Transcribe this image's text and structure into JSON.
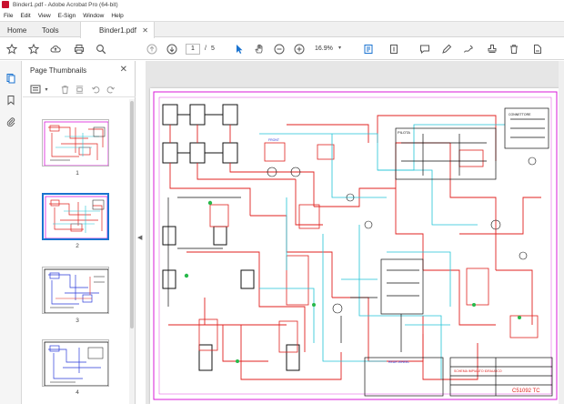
{
  "window": {
    "title": "Binder1.pdf - Adobe Acrobat Pro (64-bit)"
  },
  "menubar": {
    "items": [
      "File",
      "Edit",
      "View",
      "E-Sign",
      "Window",
      "Help"
    ]
  },
  "tabs": {
    "home": "Home",
    "tools": "Tools",
    "document": "Binder1.pdf"
  },
  "toolbar": {
    "current_page": "1",
    "page_separator": "/",
    "page_count": "5",
    "zoom": "16.9%"
  },
  "panel": {
    "title": "Page Thumbnails",
    "thumbnails": [
      {
        "label": "1",
        "selected": false
      },
      {
        "label": "2",
        "selected": true
      },
      {
        "label": "3",
        "selected": false
      },
      {
        "label": "4",
        "selected": false
      }
    ]
  },
  "document": {
    "labels": {
      "pilot_box": "PILOTA",
      "connector": "CONNETTORE",
      "front_label": "FRONT",
      "rear_label": "REAR WHEEL",
      "title_code": "C51092 TC",
      "title_block": "SCHEMA IMPIANTO IDRAULICO"
    }
  },
  "colors": {
    "accent": "#1a73d0",
    "adobe_red": "#c8102e",
    "schematic_red": "#e0221f",
    "schematic_cyan": "#21c4d6",
    "schematic_magenta": "#d91ad9",
    "schematic_black": "#111111"
  }
}
